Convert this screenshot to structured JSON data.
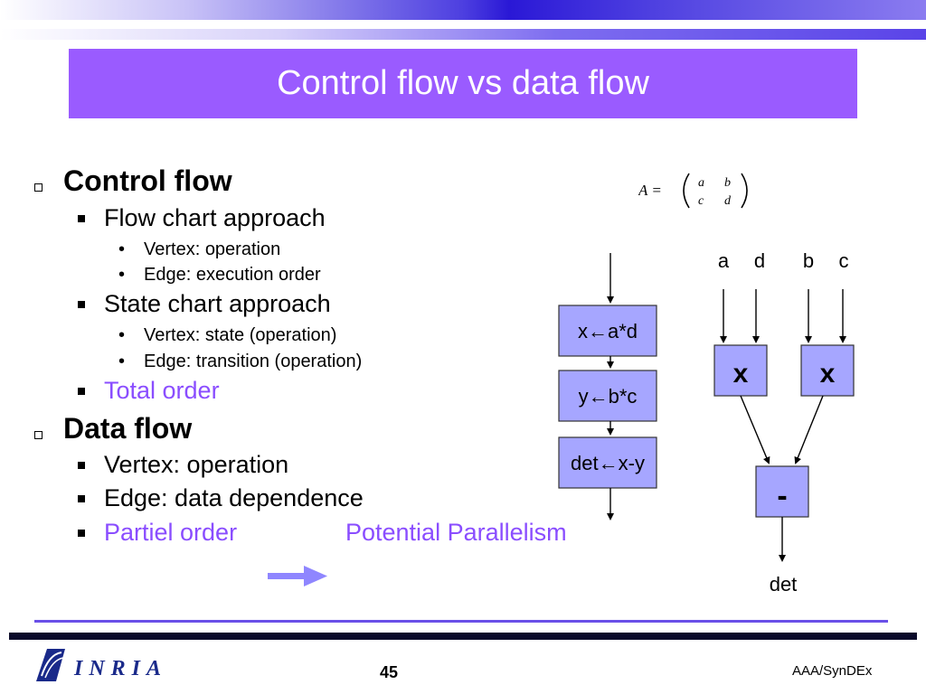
{
  "slide": {
    "title": "Control flow vs data flow",
    "page_number": "45",
    "footer_right": "AAA/SynDEx",
    "logo_text": "INRIA"
  },
  "bullets": {
    "control_flow": "Control flow",
    "flow_chart": "Flow chart approach",
    "fc_vertex": "Vertex: operation",
    "fc_edge": "Edge: execution order",
    "state_chart": "State chart approach",
    "sc_vertex": "Vertex: state (operation)",
    "sc_edge": "Edge: transition (operation)",
    "total_order": "Total order",
    "data_flow": "Data flow",
    "df_vertex": "Vertex: operation",
    "df_edge": "Edge: data dependence",
    "partial_order": "Partiel order",
    "potential_parallelism": "Potential Parallelism"
  },
  "formula": {
    "lhs": "A =",
    "m11": "a",
    "m12": "b",
    "m21": "c",
    "m22": "d"
  },
  "control_diagram": {
    "box1": "x←a*d",
    "box2": "y←b*c",
    "box3": "det←x-y"
  },
  "data_diagram": {
    "input_a": "a",
    "input_d": "d",
    "input_b": "b",
    "input_c": "c",
    "op1": "x",
    "op2": "x",
    "op3": "-",
    "output": "det"
  },
  "colors": {
    "title_bg": "#9a5bff",
    "box_fill": "#a6a6ff",
    "accent_text": "#8a4dff",
    "logo_blue": "#1a2a8a"
  }
}
